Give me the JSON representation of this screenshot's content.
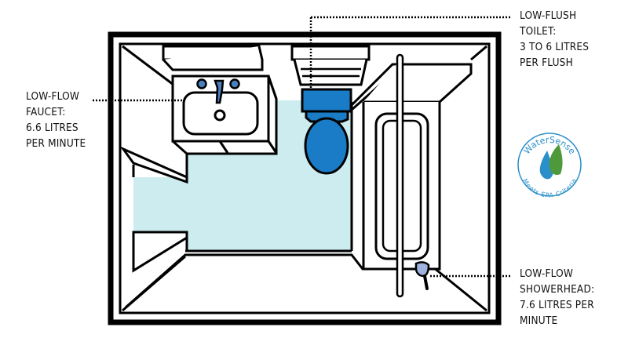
{
  "title": "Low-flow bathroom fixtures",
  "callouts": {
    "faucet": {
      "lines": [
        "LOW-FLOW",
        "FAUCET:",
        "6.6 LITRES",
        "PER MINUTE"
      ]
    },
    "toilet": {
      "lines": [
        "LOW-FLUSH",
        "TOILET:",
        "3 TO 6 LITRES",
        "PER FLUSH"
      ]
    },
    "showerhead": {
      "lines": [
        "LOW-FLOW",
        "SHOWERHEAD:",
        "7.6 LITRES PER",
        "MINUTE"
      ]
    }
  },
  "badge": {
    "top_text": "WaterSense",
    "bottom_text": "Meets EPA Criteria"
  },
  "colors": {
    "floor": "#cdecef",
    "fixture_blue": "#1a7cc6",
    "faucet_blue": "#4a7fc0",
    "showerhead": "#9fb3e0",
    "badge_blue": "#2b8fc9",
    "badge_green": "#4e9a3a"
  }
}
